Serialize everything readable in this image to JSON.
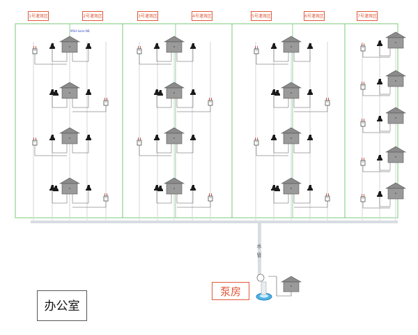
{
  "zones": [
    {
      "label": "1号灌溉区"
    },
    {
      "label": "2号灌溉区"
    },
    {
      "label": "3号灌溉区"
    },
    {
      "label": "4号灌溉区"
    },
    {
      "label": "5号灌溉区"
    },
    {
      "label": "6号灌溉区"
    },
    {
      "label": "7号灌溉区"
    }
  ],
  "note": "MSH-Solar-NB",
  "pipe": {
    "char1": "水",
    "char2": "管"
  },
  "pump_house": {
    "label": "泵房"
  },
  "office": {
    "label": "办公室"
  },
  "colors": {
    "boundary": "#7ac97a",
    "label": "#e0593a",
    "pipe": "#d8dde2",
    "station": "#9a9a9a",
    "valve": "#1a1a1a",
    "sensor": "#c0392b",
    "wire": "#555555"
  },
  "icons": [
    "station-icon",
    "valve-icon",
    "sensor-icon",
    "tank-icon",
    "well-icon"
  ]
}
